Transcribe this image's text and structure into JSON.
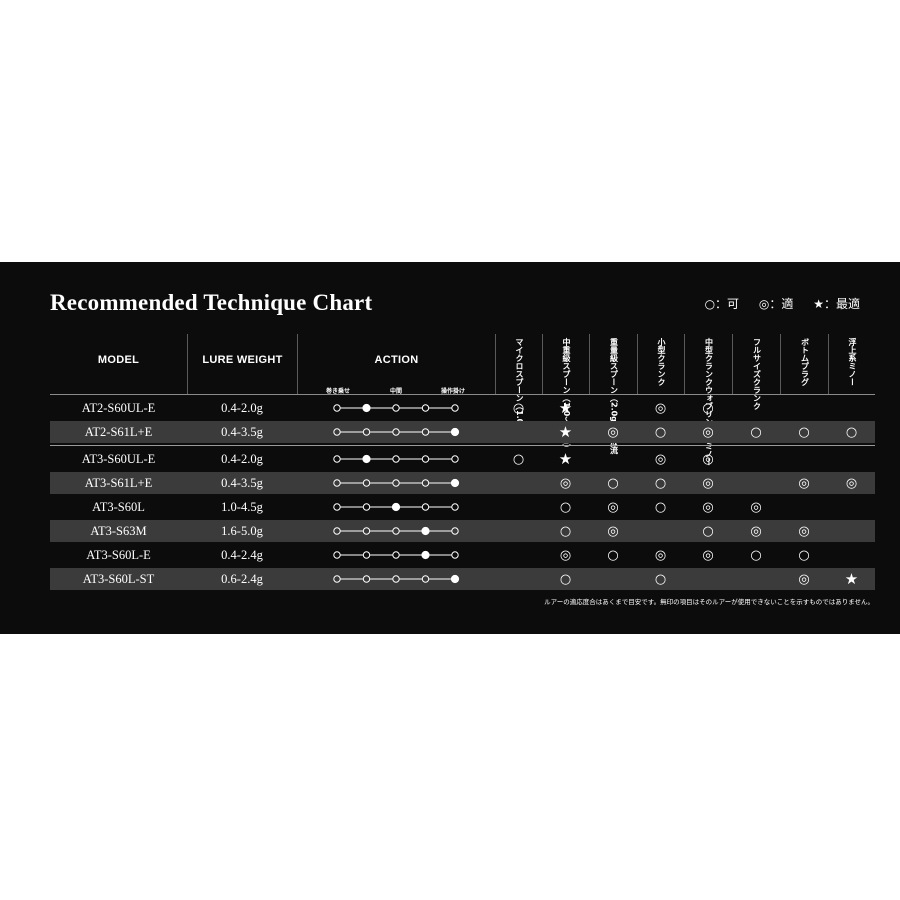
{
  "title": "Recommended Technique Chart",
  "legend": [
    {
      "symbol": "○",
      "label": "：可"
    },
    {
      "symbol": "◎",
      "label": "：適"
    },
    {
      "symbol": "★",
      "label": "：最適"
    }
  ],
  "headers": {
    "model": "MODEL",
    "lure_weight": "LURE WEIGHT",
    "action": "ACTION",
    "action_scale": [
      "巻き乗せ",
      "中間",
      "操作掛け"
    ],
    "techniques": [
      "マイクロスプーン（1.0g）",
      "中重級スプーン（1.0〜2.0g）",
      "重量級スプーン（2.0g〜）放流",
      "小型クランク",
      "中型クランクウォブリング系ミノー",
      "フルサイズクランク",
      "ボトムプラグ",
      "浮上系ミノー"
    ]
  },
  "rows": [
    {
      "model": "AT2-S60UL-E",
      "weight": "0.4-2.0g",
      "action": 2,
      "shaded": false,
      "marks": [
        "○",
        "★",
        "",
        "◎",
        "○",
        "",
        "",
        ""
      ]
    },
    {
      "model": "AT2-S61L+E",
      "weight": "0.4-3.5g",
      "action": 5,
      "shaded": true,
      "marks": [
        "",
        "★",
        "◎",
        "○",
        "◎",
        "○",
        "○",
        "○"
      ]
    },
    {
      "model": "AT3-S60UL-E",
      "weight": "0.4-2.0g",
      "action": 2,
      "shaded": false,
      "marks": [
        "○",
        "★",
        "",
        "◎",
        "◎",
        "",
        "",
        ""
      ]
    },
    {
      "model": "AT3-S61L+E",
      "weight": "0.4-3.5g",
      "action": 5,
      "shaded": true,
      "marks": [
        "",
        "◎",
        "○",
        "○",
        "◎",
        "",
        "◎",
        "◎"
      ]
    },
    {
      "model": "AT3-S60L",
      "weight": "1.0-4.5g",
      "action": 3,
      "shaded": false,
      "marks": [
        "",
        "○",
        "◎",
        "○",
        "◎",
        "◎",
        "",
        ""
      ]
    },
    {
      "model": "AT3-S63M",
      "weight": "1.6-5.0g",
      "action": 4,
      "shaded": true,
      "marks": [
        "",
        "○",
        "◎",
        "",
        "○",
        "◎",
        "◎",
        ""
      ]
    },
    {
      "model": "AT3-S60L-E",
      "weight": "0.4-2.4g",
      "action": 4,
      "shaded": false,
      "marks": [
        "",
        "◎",
        "○",
        "◎",
        "◎",
        "○",
        "○",
        ""
      ]
    },
    {
      "model": "AT3-S60L-ST",
      "weight": "0.6-2.4g",
      "action": 5,
      "shaded": true,
      "marks": [
        "",
        "○",
        "",
        "○",
        "",
        "",
        "◎",
        "★"
      ]
    }
  ],
  "footnote": "ルアーの適応度合はあくまで目安です。無印の項目はそのルアーが使用できないことを示すものではありません。"
}
